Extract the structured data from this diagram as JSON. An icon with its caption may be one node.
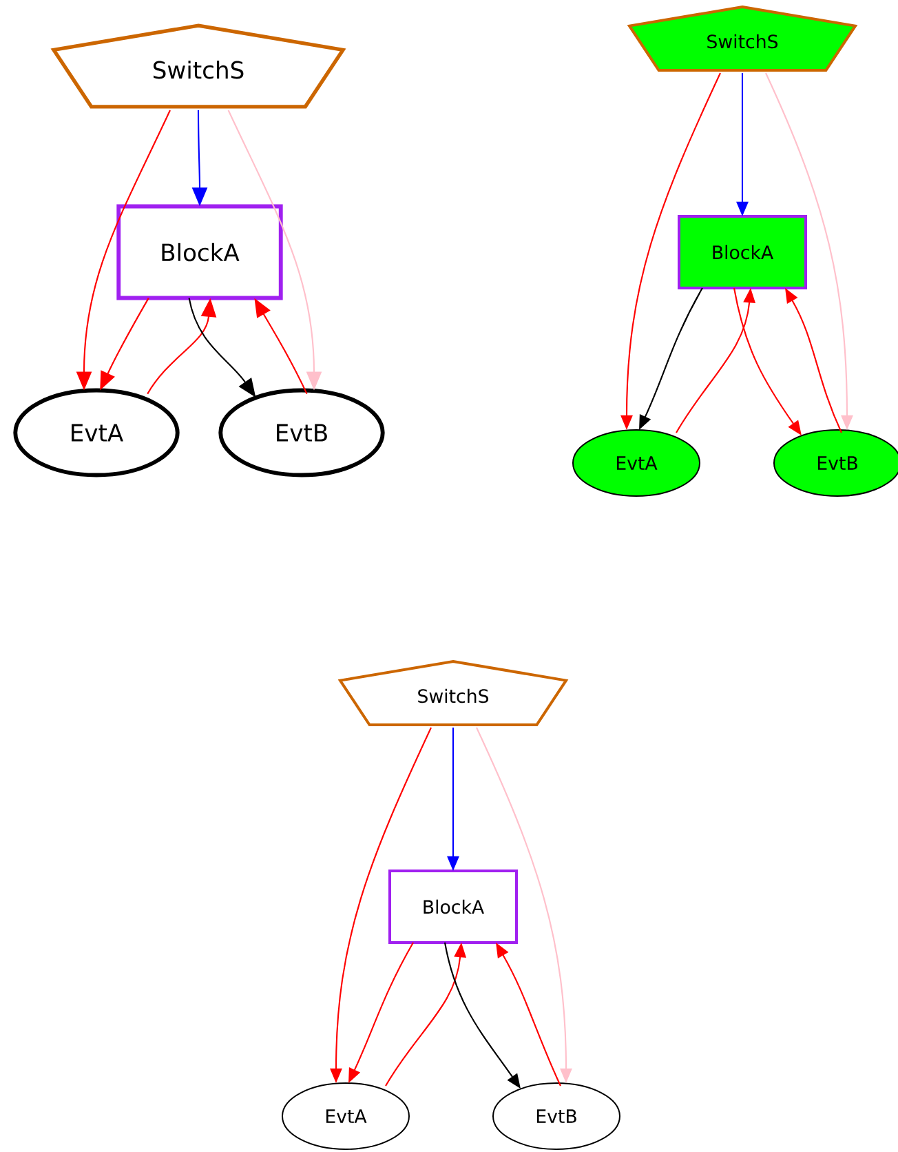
{
  "diagram": {
    "nodes": [
      {
        "text": [
          "SwitchS"
        ]
      },
      {
        "text": [
          "BlockA"
        ]
      },
      {
        "text": [
          "EvtA"
        ]
      },
      {
        "text": [
          "EvtB"
        ]
      },
      {
        "text": [
          "SwitchS"
        ]
      },
      {
        "text": [
          "BlockA"
        ]
      },
      {
        "text": [
          "EvtA"
        ]
      },
      {
        "text": [
          "EvtB"
        ]
      },
      {
        "text": [
          "SwitchS"
        ]
      },
      {
        "text": [
          "BlockA"
        ]
      },
      {
        "text": [
          "EvtA"
        ]
      },
      {
        "text": [
          "EvtB"
        ]
      }
    ],
    "edges": [
      {
        "from": 0,
        "to": 1,
        "arrow": "to",
        "color": "#0000ff"
      },
      {
        "from": 0,
        "to": 2,
        "arrow": "to"
      },
      {
        "from": 0,
        "to": 3,
        "arrow": "to",
        "color": "#ffc0cb"
      },
      {
        "from": 1,
        "to": 2,
        "arrow": "to"
      },
      {
        "from": 2,
        "to": 1,
        "arrow": "to"
      },
      {
        "from": 1,
        "to": 3,
        "arrow": "to",
        "color": "#000000"
      },
      {
        "from": 3,
        "to": 1,
        "arrow": "to"
      },
      {
        "from": 4,
        "to": 5,
        "arrow": "to",
        "color": "#0000ff"
      },
      {
        "from": 4,
        "to": 6,
        "arrow": "to"
      },
      {
        "from": 4,
        "to": 7,
        "arrow": "to",
        "color": "#ffc0cb"
      },
      {
        "from": 5,
        "to": 6,
        "arrow": "to",
        "color": "#000000"
      },
      {
        "from": 6,
        "to": 5,
        "arrow": "to"
      },
      {
        "from": 5,
        "to": 7,
        "arrow": "to"
      },
      {
        "from": 7,
        "to": 5,
        "arrow": "to"
      },
      {
        "from": 8,
        "to": 9,
        "arrow": "to",
        "color": "#0000ff"
      },
      {
        "from": 8,
        "to": 10,
        "arrow": "to"
      },
      {
        "from": 8,
        "to": 11,
        "arrow": "to",
        "color": "#ffc0cb"
      },
      {
        "from": 9,
        "to": 10,
        "arrow": "to"
      },
      {
        "from": 10,
        "to": 9,
        "arrow": "to"
      },
      {
        "from": 9,
        "to": 11,
        "arrow": "to",
        "color": "#000000"
      },
      {
        "from": 11,
        "to": 9,
        "arrow": "to"
      }
    ]
  }
}
